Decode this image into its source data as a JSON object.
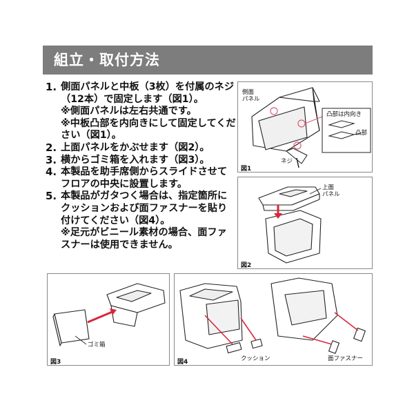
{
  "title": "組立・取付方法",
  "steps": [
    {
      "num": "1.",
      "text": "側面パネルと中板（3枚）を付属のネジ（12本）で固定します（図1）。"
    },
    {
      "note": "※側面パネルは左右共通です。"
    },
    {
      "note": "※中板凸部を内向きにして固定してください（図1）。"
    },
    {
      "num": "2.",
      "text": "上面パネルをかぶせます（図2）。"
    },
    {
      "num": "3.",
      "text": "横からゴミ箱を入れます（図3）。"
    },
    {
      "num": "4.",
      "text": "本製品を助手席側からスライドさせてフロアの中央に設置します。"
    },
    {
      "num": "5.",
      "text": "本製品がガタつく場合は、指定箇所にクッションおよび面ファスナーを貼り付けてください（図4）。"
    },
    {
      "note": "※足元がビニール素材の場合、面ファスナーは使用できません。"
    }
  ],
  "fig1": {
    "label": "図1",
    "side_panel": "側面\nパネル",
    "convex_inward": "凸部は内向き",
    "convex": "凸部",
    "screw": "ネジ"
  },
  "fig2": {
    "label": "図2",
    "top_panel": "上面\nパネル"
  },
  "fig3": {
    "label": "図3",
    "trash": "ゴミ箱"
  },
  "fig4": {
    "label": "図4",
    "cushion": "クッション",
    "fastener": "面ファスナー"
  },
  "colors": {
    "header_bg": "#7d7d7d",
    "arrow": "#d8263a",
    "accent_pink": "#e05a74"
  }
}
